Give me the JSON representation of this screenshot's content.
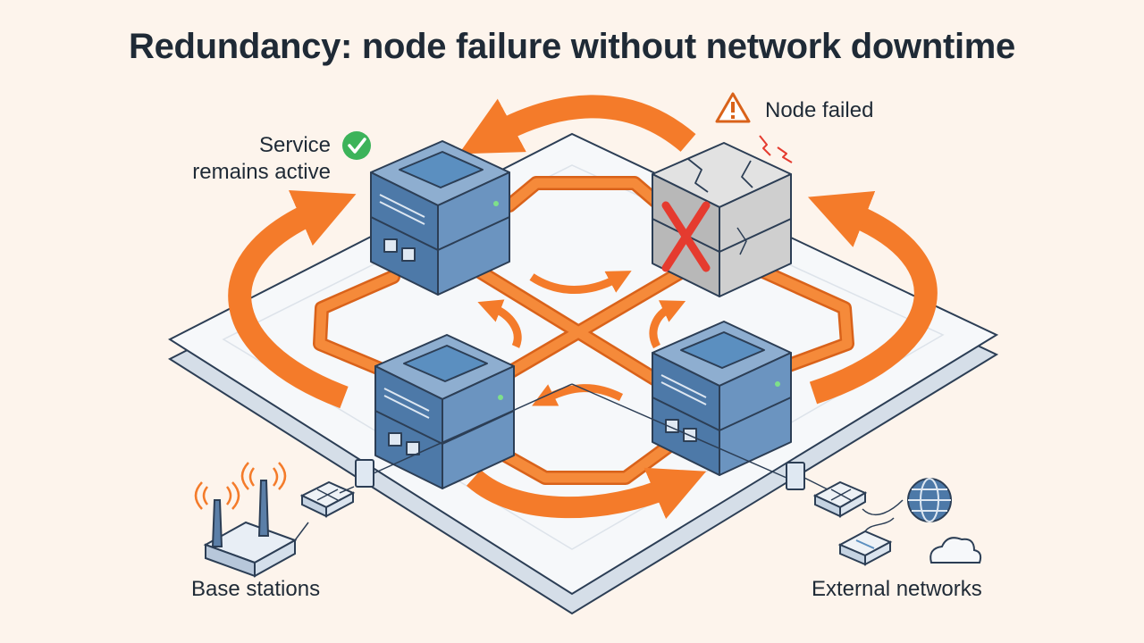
{
  "title": "Redundancy: node failure without network downtime",
  "labels": {
    "service_line1": "Service",
    "service_line2": "remains active",
    "node_failed": "Node failed",
    "base_stations": "Base stations",
    "external_networks": "External networks"
  },
  "nodes": [
    {
      "id": "top-left",
      "status": "active"
    },
    {
      "id": "top-right",
      "status": "failed"
    },
    {
      "id": "bottom-left",
      "status": "active"
    },
    {
      "id": "bottom-right",
      "status": "active"
    }
  ],
  "colors": {
    "accent_orange": "#f47b2a",
    "node_blue": "#4d79a8",
    "screen_blue": "#5b8fc0",
    "failed_gray": "#c9c9c9",
    "fail_red": "#e53b2f",
    "ok_green": "#3cb35a",
    "platform": "#f6f8fa",
    "outline": "#2c3e55"
  },
  "icons": [
    "check-circle-icon",
    "warning-triangle-icon",
    "fail-cross-icon",
    "antenna-icon",
    "switch-icon",
    "globe-icon",
    "cloud-icon",
    "ethernet-port-icon"
  ]
}
